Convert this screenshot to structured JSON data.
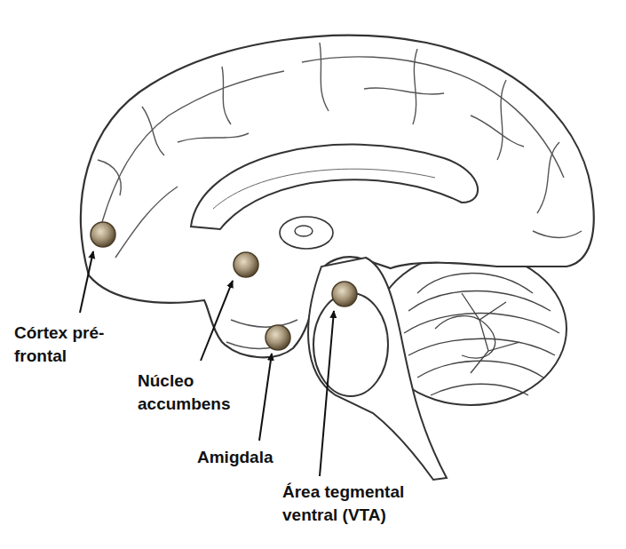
{
  "diagram": {
    "labels": [
      "Córtex pré-frontal",
      "Núcleo accumbens",
      "Amigdala",
      "Área tegmental ventral (VTA)"
    ]
  }
}
